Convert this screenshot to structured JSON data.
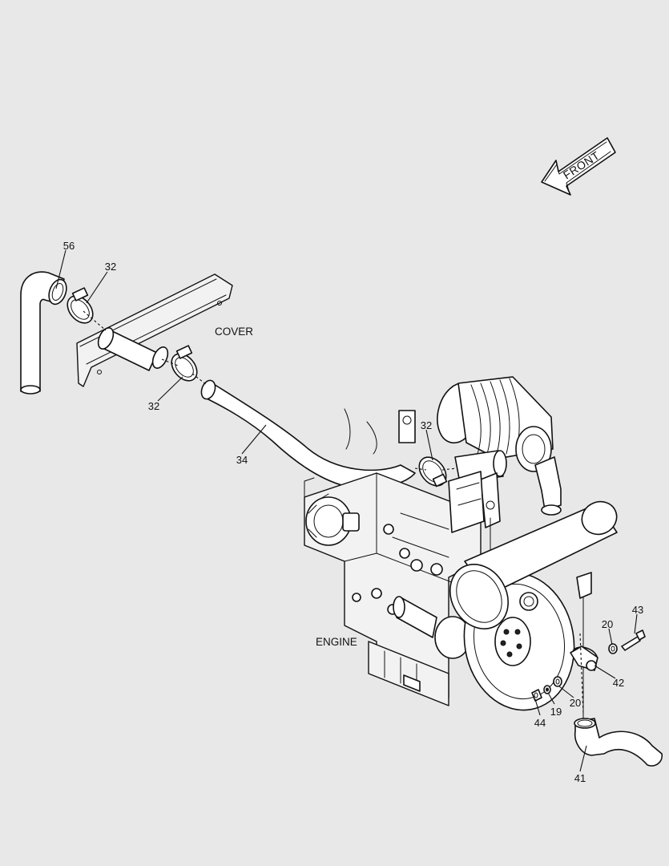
{
  "diagram": {
    "front_arrow_text": "FRONT",
    "labels": {
      "cover": "COVER",
      "engine": "ENGINE"
    },
    "callouts": {
      "c56": "56",
      "c32_a": "32",
      "c32_b": "32",
      "c32_c": "32",
      "c34": "34",
      "c43": "43",
      "c20_a": "20",
      "c42": "42",
      "c20_b": "20",
      "c19": "19",
      "c44": "44",
      "c41": "41"
    }
  }
}
